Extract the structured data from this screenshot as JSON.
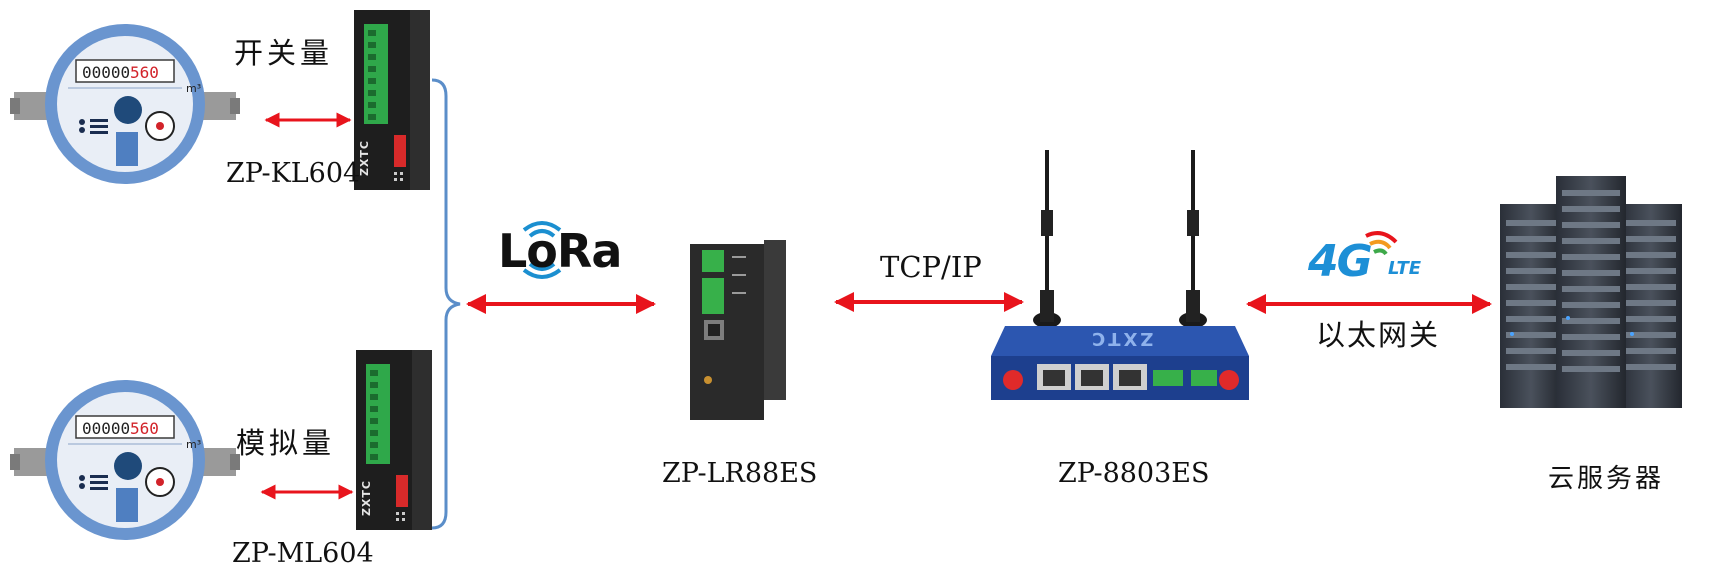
{
  "meter_top": {
    "digits_black": "00000",
    "digits_red": "560",
    "unit": "m³"
  },
  "meter_bottom": {
    "digits_black": "00000",
    "digits_red": "560",
    "unit": "m³"
  },
  "module_top": {
    "type_label": "开关量",
    "model": "ZP-KL604",
    "brand": "ZXTC"
  },
  "module_bottom": {
    "type_label": "模拟量",
    "model": "ZP-ML604",
    "brand": "ZXTC"
  },
  "lora": {
    "logo_text": "LoRa"
  },
  "gateway": {
    "model": "ZP-LR88ES"
  },
  "link_tcp": {
    "label": "TCP/IP"
  },
  "router": {
    "model": "ZP-8803ES",
    "brand": "ZXTC"
  },
  "link_4g": {
    "logo_main": "4G",
    "logo_sub": "LTE",
    "label": "以太网关"
  },
  "server": {
    "label": "云服务器"
  },
  "colors": {
    "arrow": "#e8141c",
    "bracket": "#5b8ec9",
    "meter_ring": "#6a95cf",
    "router_body": "#1d3f8e",
    "lora_blue": "#1b8fd0"
  }
}
